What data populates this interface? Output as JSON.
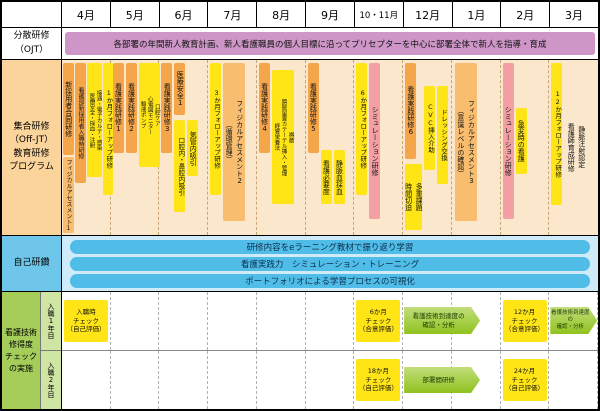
{
  "months": [
    "4月",
    "5月",
    "6月",
    "7月",
    "8月",
    "9月",
    "10・11月",
    "12月",
    "1月",
    "2月",
    "3月"
  ],
  "ojt": {
    "label": "分散研修\n（OJT）",
    "band": "各部署の年間新人教育計画、新人看護職員の個人目標に沿ってプリセプターを中心に部署全体で新人を指導・育成"
  },
  "offjt": {
    "label": "集合研修\n（Off-JT）\n教育研修\nプログラム",
    "boxes": [
      {
        "text": "新採用者合同研修"
      },
      {
        "text": "看護部新採用者入職時研修"
      },
      {
        "text": "接遇・電子カルテ・感染\n医療安全・採血・注射"
      },
      {
        "text": "1か月フォローアップ研修"
      },
      {
        "text": "フィジカルアセスメント1"
      },
      {
        "text": "看護実践研修1"
      },
      {
        "text": "看護実践研修2"
      },
      {
        "text": "口腔ケア\n心電図モニター\n輸液ポンプ"
      },
      {
        "text": "看護実践研修3"
      },
      {
        "text": "医療安全1"
      },
      {
        "text": "口腔内・鼻腔内吸引"
      },
      {
        "text": "気管内吸引"
      },
      {
        "text": "3か月フォローアップ研修"
      },
      {
        "text": "フィジカルアセスメント2\n（循環管理）"
      },
      {
        "text": "看護実践研修4"
      },
      {
        "text": "褥瘡\n膀胱留置カテーテル挿入・管理\n経管栄養法"
      },
      {
        "text": "看護実践研修5"
      },
      {
        "text": "看護必要度"
      },
      {
        "text": "静脈血採血"
      },
      {
        "text": "6か月フォローアップ研修"
      },
      {
        "text": "シミュレーション研修"
      },
      {
        "text": "看護実践研修6"
      },
      {
        "text": "多重課題\n時間切迫"
      },
      {
        "text": "CVC挿入介助"
      },
      {
        "text": "ドレッシング交換"
      },
      {
        "text": "フィジカルアセスメント3\n（意識レベルの確認）"
      },
      {
        "text": "シミュレーション研修"
      },
      {
        "text": "急変時の看護"
      },
      {
        "text": "12か月フォローアップ研修"
      },
      {
        "text": "静脈注射認定\n看護師育成研修"
      }
    ]
  },
  "self_study": {
    "label": "自己研鑽",
    "bars": [
      "研修内容をeラーニング教材で振り返り学習",
      "看護実践力　シミュレーション・トレーニング",
      "ポートフォリオによる学習プロセスの可視化"
    ]
  },
  "check": {
    "label": "看護技術\n修得度\nチェック\nの実施",
    "year1_label": "入職1年目",
    "year2_label": "入職2年目",
    "year1_items": [
      {
        "text": "入職時\nチェック\n（自己評価）"
      },
      {
        "text": "6か月\nチェック\n（合意評価）"
      },
      {
        "text": "12か月\nチェック\n（合意評価）"
      }
    ],
    "year1_arrows": [
      {
        "text": "看護技術到達度の\n確認・分析"
      },
      {
        "text": "看護技術到達度の\n確認・分析"
      }
    ],
    "year2_items": [
      {
        "text": "18か月\nチェック\n（自己評価）"
      },
      {
        "text": "24か月\nチェック\n（自己評価）"
      }
    ],
    "year2_arrows": [
      {
        "text": "部署間研修"
      }
    ]
  },
  "colors": {
    "ojt_band": "#cd96c6",
    "course_orange": "#f5a64b",
    "assessment_orange": "#f8bd6e",
    "followup_yellow": "#ffe516",
    "simulation_salmon": "#f49fa4",
    "selfstudy_blue": "#4fbde8",
    "arrow_green": "#8fc31f",
    "check_label_green": "#a5cd5a",
    "offjt_label_peach": "#fbd49c"
  }
}
